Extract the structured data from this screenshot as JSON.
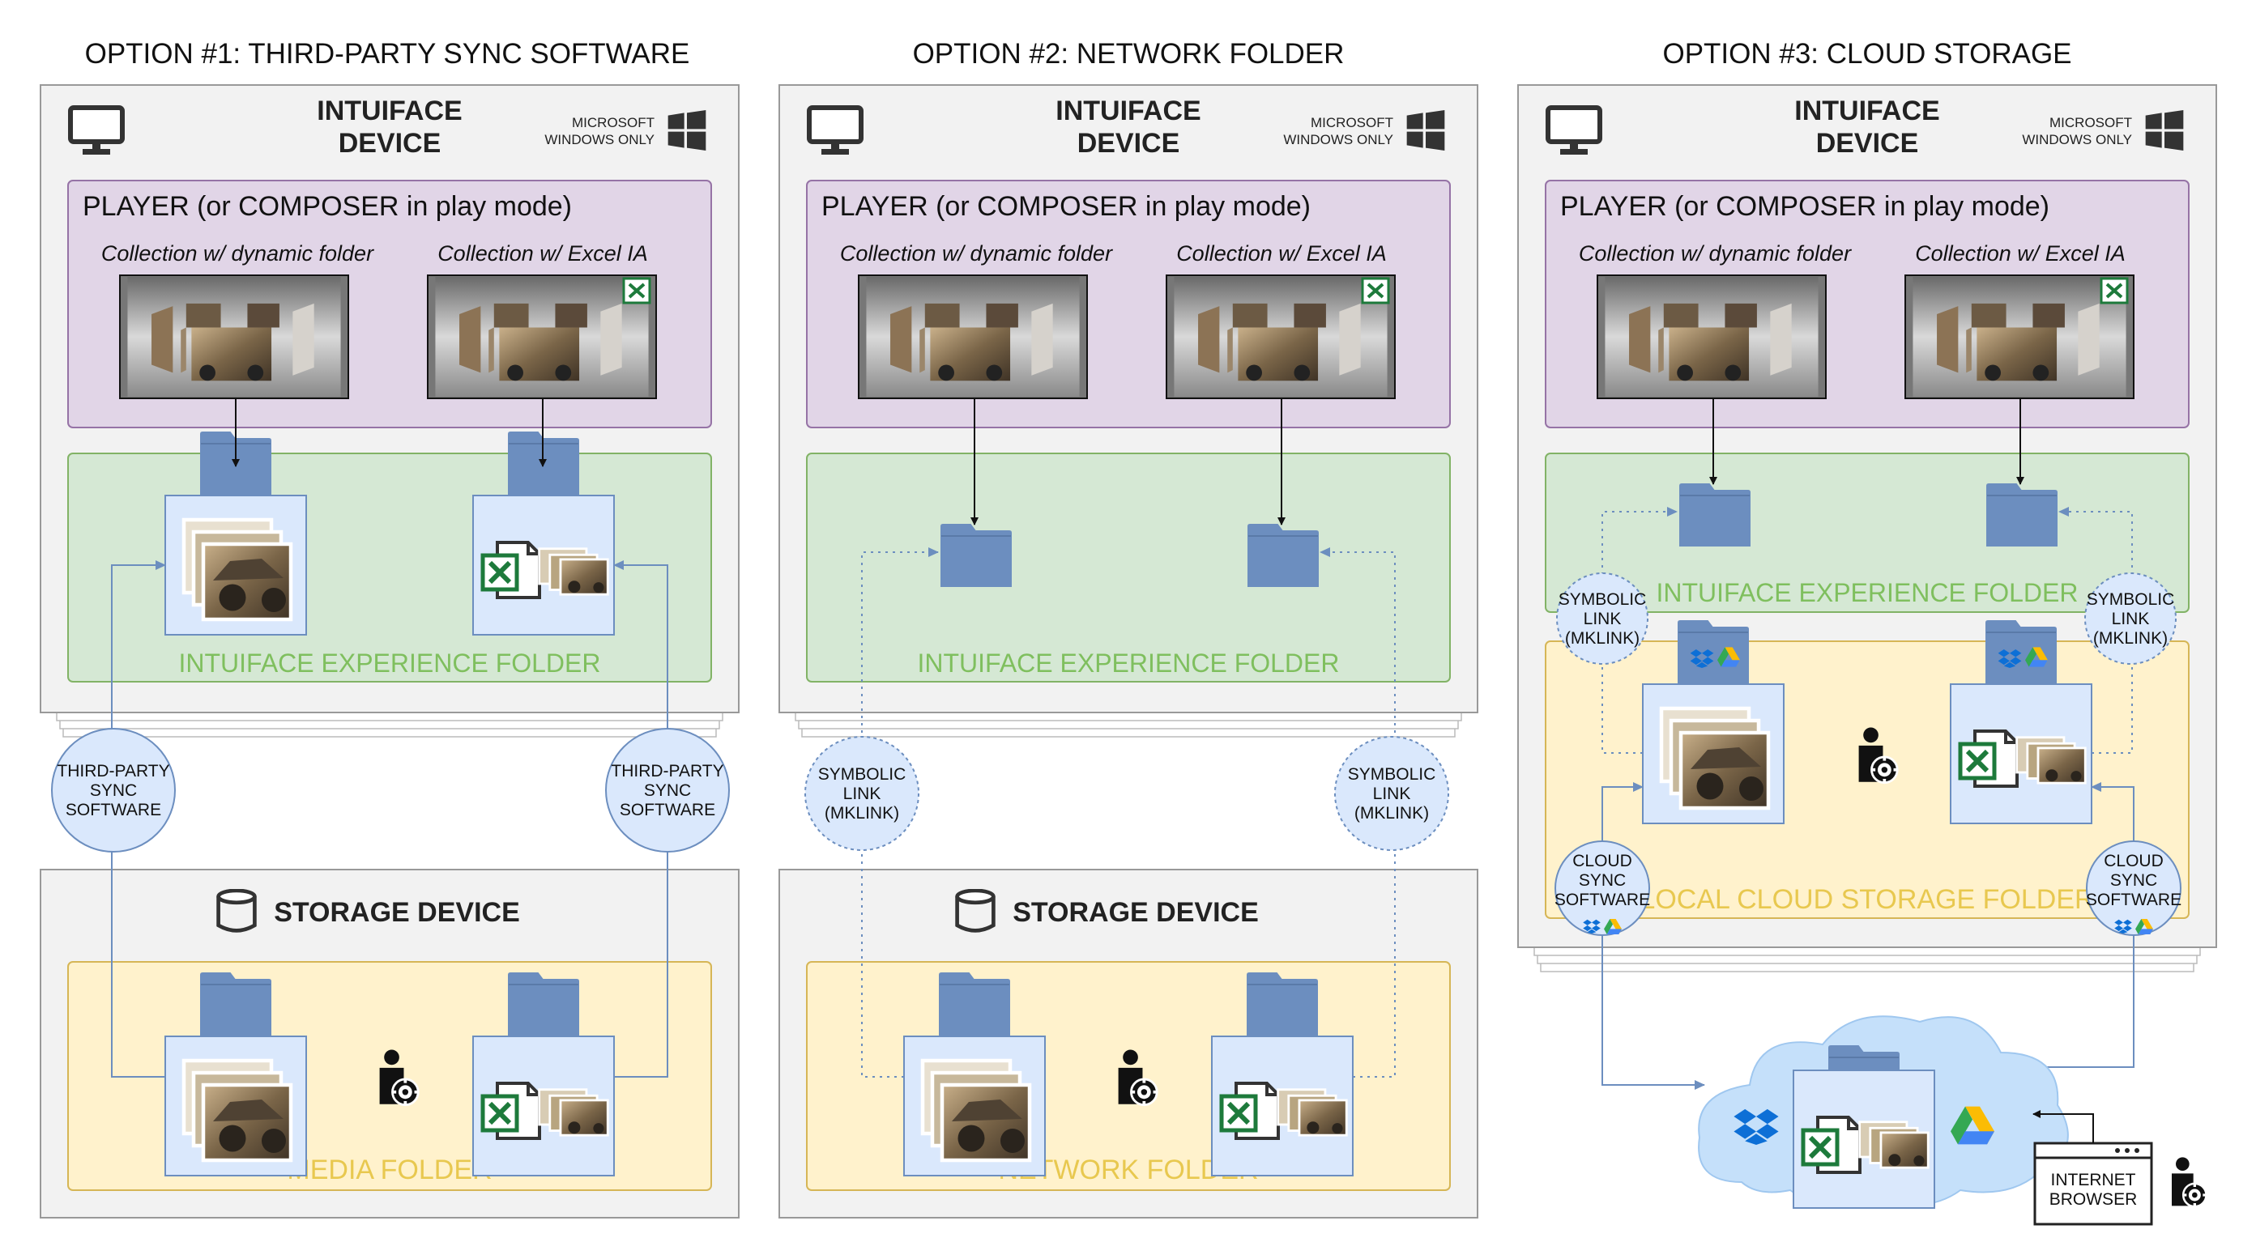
{
  "options": [
    {
      "title": "OPTION #1: THIRD-PARTY SYNC SOFTWARE",
      "device": {
        "line1": "INTUIFACE",
        "line2": "DEVICE",
        "ms_line1": "MICROSOFT",
        "ms_line2": "WINDOWS ONLY"
      },
      "player_title": "PLAYER (or COMPOSER in play mode)",
      "collections": [
        "Collection w/ dynamic folder",
        "Collection w/ Excel IA"
      ],
      "experience_folder": "INTUIFACE EXPERIENCE FOLDER",
      "link_circles": [
        [
          "THIRD-PARTY",
          "SYNC",
          "SOFTWARE"
        ],
        [
          "THIRD-PARTY",
          "SYNC",
          "SOFTWARE"
        ]
      ],
      "storage_title": "STORAGE DEVICE",
      "storage_folder": "MEDIA FOLDER"
    },
    {
      "title": "OPTION #2: NETWORK FOLDER",
      "device": {
        "line1": "INTUIFACE",
        "line2": "DEVICE",
        "ms_line1": "MICROSOFT",
        "ms_line2": "WINDOWS ONLY"
      },
      "player_title": "PLAYER (or COMPOSER in play mode)",
      "collections": [
        "Collection w/ dynamic folder",
        "Collection w/ Excel IA"
      ],
      "experience_folder": "INTUIFACE EXPERIENCE FOLDER",
      "link_circles": [
        [
          "SYMBOLIC",
          "LINK",
          "(MKLINK)"
        ],
        [
          "SYMBOLIC",
          "LINK",
          "(MKLINK)"
        ]
      ],
      "storage_title": "STORAGE DEVICE",
      "storage_folder": "NETWORK FOLDER"
    },
    {
      "title": "OPTION #3: CLOUD STORAGE",
      "device": {
        "line1": "INTUIFACE",
        "line2": "DEVICE",
        "ms_line1": "MICROSOFT",
        "ms_line2": "WINDOWS ONLY"
      },
      "player_title": "PLAYER (or COMPOSER in play mode)",
      "collections": [
        "Collection w/ dynamic folder",
        "Collection w/ Excel IA"
      ],
      "experience_folder": "INTUIFACE EXPERIENCE FOLDER",
      "link_circles": [
        [
          "SYMBOLIC",
          "LINK",
          "(MKLINK)"
        ],
        [
          "SYMBOLIC",
          "LINK",
          "(MKLINK)"
        ]
      ],
      "local_cloud_folder": "LOCAL CLOUD STORAGE FOLDER",
      "cloud_sync_circles": [
        [
          "CLOUD",
          "SYNC",
          "SOFTWARE"
        ],
        [
          "CLOUD",
          "SYNC",
          "SOFTWARE"
        ]
      ],
      "browser": [
        "INTERNET",
        "BROWSER"
      ]
    }
  ],
  "colors": {
    "device_bg": "#f2f2f2",
    "player_bg": "#e1d5e7",
    "player_border": "#9673a6",
    "exp_bg": "#d5e8d4",
    "exp_border": "#82b366",
    "storage_bg": "#fff2cc",
    "storage_border": "#d6b656",
    "folder_blue": "#6c8ebf",
    "file_bg": "#dae8fc",
    "circle_bg": "#dae8fc",
    "circle_border": "#6c8ebf",
    "excel_green": "#1d7a3b",
    "cloud_blue": "#cce5ff"
  },
  "icons": [
    "monitor-icon",
    "windows-logo-icon",
    "folder-icon",
    "excel-icon",
    "photo-stack-icon",
    "user-gear-icon",
    "database-icon",
    "cloud-icon",
    "dropbox-icon",
    "google-drive-icon",
    "browser-window-icon"
  ]
}
